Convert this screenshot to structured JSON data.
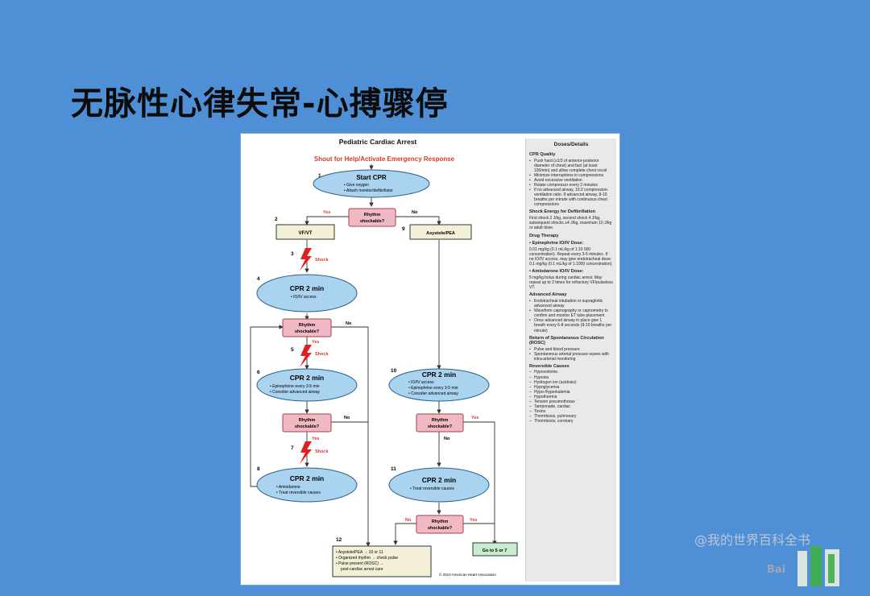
{
  "slide": {
    "title": "无脉性心律失常-心搏骤停"
  },
  "figure": {
    "title": "Pediatric Cardiac Arrest",
    "subtitle": "Shout for Help/Activate Emergency Response",
    "copyright": "© 2010 American Heart Association",
    "nodes": {
      "n1_title": "Start CPR",
      "n1_line1": "• Give oxygen",
      "n1_line2": "• Attach monitor/defibrillator",
      "rhythm": "Rhythm",
      "shockable": "shockable?",
      "yes": "Yes",
      "no": "No",
      "vfvt": "VF/VT",
      "asystole": "Asystole/PEA",
      "shock": "Shock",
      "cpr2": "CPR 2 min",
      "n4_line1": "• IO/IV access",
      "n6_line1": "• Epinephrine every 3-5 min",
      "n6_line2": "• Consider advanced airway",
      "n8_line1": "• Amiodarone",
      "n8_line2": "• Treat reversible causes",
      "n10_line1": "• IO/IV access",
      "n10_line2": "• Epinephrine every 3-5 min",
      "n10_line3": "• Consider advanced airway",
      "n11_line1": "• Treat reversible causes",
      "goto": "Go to 5 or 7",
      "n12_line1": "• Asystole/PEA → 10 or 11",
      "n12_line2": "• Organized rhythm → check pulse",
      "n12_line3": "• Pulse present (ROSC) →",
      "n12_line4": "post-cardiac arrest care"
    },
    "numbers": {
      "n1": "1",
      "n2": "2",
      "n3": "3",
      "n4": "4",
      "n5": "5",
      "n6": "6",
      "n7": "7",
      "n8": "8",
      "n9": "9",
      "n10": "10",
      "n11": "11",
      "n12": "12"
    },
    "sidebar": {
      "title": "Doses/Details",
      "cpr_head": "CPR Quality",
      "cpr_items": [
        "Push hard (≥1/3 of anterior-posterior diameter of chest) and fast (at least 100/min) and allow complete chest recoil",
        "Minimize interruptions in compressions",
        "Avoid excessive ventilation",
        "Rotate compressor every 2 minutes",
        "If no advanced airway, 15:2 compression-ventilation ratio. If advanced airway, 8-10 breaths per minute with continuous chest compressions"
      ],
      "shock_head": "Shock Energy for Defibrillation",
      "shock_text": "First shock 2 J/kg, second shock 4 J/kg, subsequent shocks ≥4 J/kg, maximum 10 J/kg or adult dose.",
      "drug_head": "Drug Therapy",
      "epi_head": "• Epinephrine IO/IV Dose:",
      "epi_text": "0.01 mg/kg (0.1 mL/kg of 1:10 000 concentration). Repeat every 3-5 minutes. If no IO/IV access, may give endotracheal dose: 0.1 mg/kg (0.1 mL/kg of 1:1000 concentration).",
      "amio_head": "• Amiodarone IO/IV Dose:",
      "amio_text": "5 mg/kg bolus during cardiac arrest. May repeat up to 2 times for refractory VF/pulseless VT.",
      "airway_head": "Advanced Airway",
      "airway_items": [
        "Endotracheal intubation or supraglottic advanced airway",
        "Waveform capnography or capnometry to confirm and monitor ET tube placement",
        "Once advanced airway in place give 1 breath every 6-8 seconds (8-10 breaths per minute)"
      ],
      "rosc_head": "Return of Spontaneous Circulation (ROSC)",
      "rosc_items": [
        "Pulse and blood pressure",
        "Spontaneous arterial pressure waves with intra-arterial monitoring"
      ],
      "rev_head": "Reversible Causes",
      "rev_items": [
        "Hypovolemia",
        "Hypoxia",
        "Hydrogen ion (acidosis)",
        "Hypoglycemia",
        "Hypo-/hyperkalemia",
        "Hypothermia",
        "Tension pneumothorax",
        "Tamponade, cardiac",
        "Toxins",
        "Thrombosis, pulmonary",
        "Thrombosis, coronary"
      ]
    }
  },
  "watermark": {
    "text": "@我的世界百科全书",
    "logo_text": "Bai"
  },
  "colors": {
    "background": "#4f8fd6",
    "ellipse_fill": "#a9d3ef",
    "ellipse_stroke": "#2b5f8a",
    "decision_fill": "#f1b9c4",
    "decision_stroke": "#a1424f",
    "box_fill": "#f4f0d8",
    "goto_fill": "#c9eccf",
    "bolt": "#e02020",
    "heading_red": "#d33a2f"
  }
}
